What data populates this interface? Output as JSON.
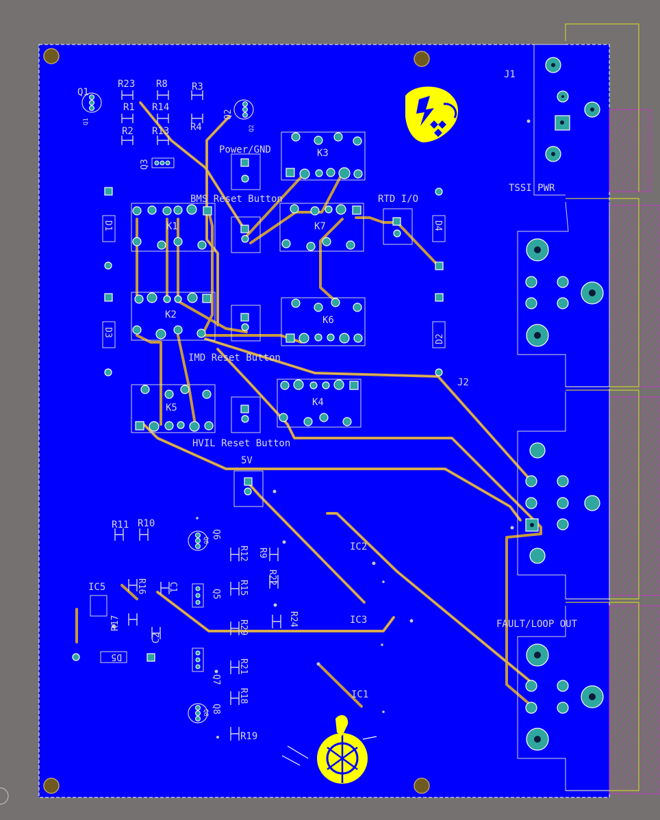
{
  "colors": {
    "background": "#747170",
    "board": "#0000ff",
    "trace": "#c89a3c",
    "trace_core": "#e8c070",
    "pad": "#2fa69e",
    "silk": "#d8d8d8",
    "mount_hole": "#6e5a1e",
    "keepout": "#c03cc0",
    "outline": "#cccc33",
    "logo": "#ffff00"
  },
  "icons": [
    "racing-helmet-logo-icon",
    "racing-car-wheel-logo-icon",
    "mounting-hole-icon"
  ],
  "labels": {
    "q1": "Q1",
    "q2": "Q2",
    "q3": "Q3",
    "q5": "Q5",
    "q6": "Q6",
    "q7": "Q7",
    "q8": "Q8",
    "r1": "R1",
    "r2": "R2",
    "r3": "R3",
    "r4": "R4",
    "r8": "R8",
    "r9": "R9",
    "r10": "R10",
    "r11": "R11",
    "r12": "R12",
    "r13": "R13",
    "r14": "R14",
    "r15": "R15",
    "r16": "R16",
    "r17": "R17",
    "r18": "R18",
    "r19": "R19",
    "r21": "R21",
    "r22": "R22",
    "r23": "R23",
    "r24": "R24",
    "r29": "R29",
    "c1": "C1",
    "c2": "C2",
    "d1": "D1",
    "d2": "D2",
    "d3": "D3",
    "d4": "D4",
    "d5": "D5",
    "k1": "K1",
    "k2": "K2",
    "k3": "K3",
    "k4": "K4",
    "k5": "K5",
    "k6": "K6",
    "k7": "K7",
    "ic1": "IC1",
    "ic2": "IC2",
    "ic3": "IC3",
    "ic5": "IC5",
    "j1": "J1",
    "j2": "J2",
    "power_gnd": "Power/GND",
    "bms_reset": "BMS Reset Button",
    "rtd_io": "RTD I/O",
    "imd_reset": "IMD Reset Button",
    "hvil_reset": "HVIL Reset Button",
    "five_v": "5V",
    "tssi_pwr": "TSSI PWR",
    "fault_loop_out": "FAULT/LOOP OUT"
  }
}
